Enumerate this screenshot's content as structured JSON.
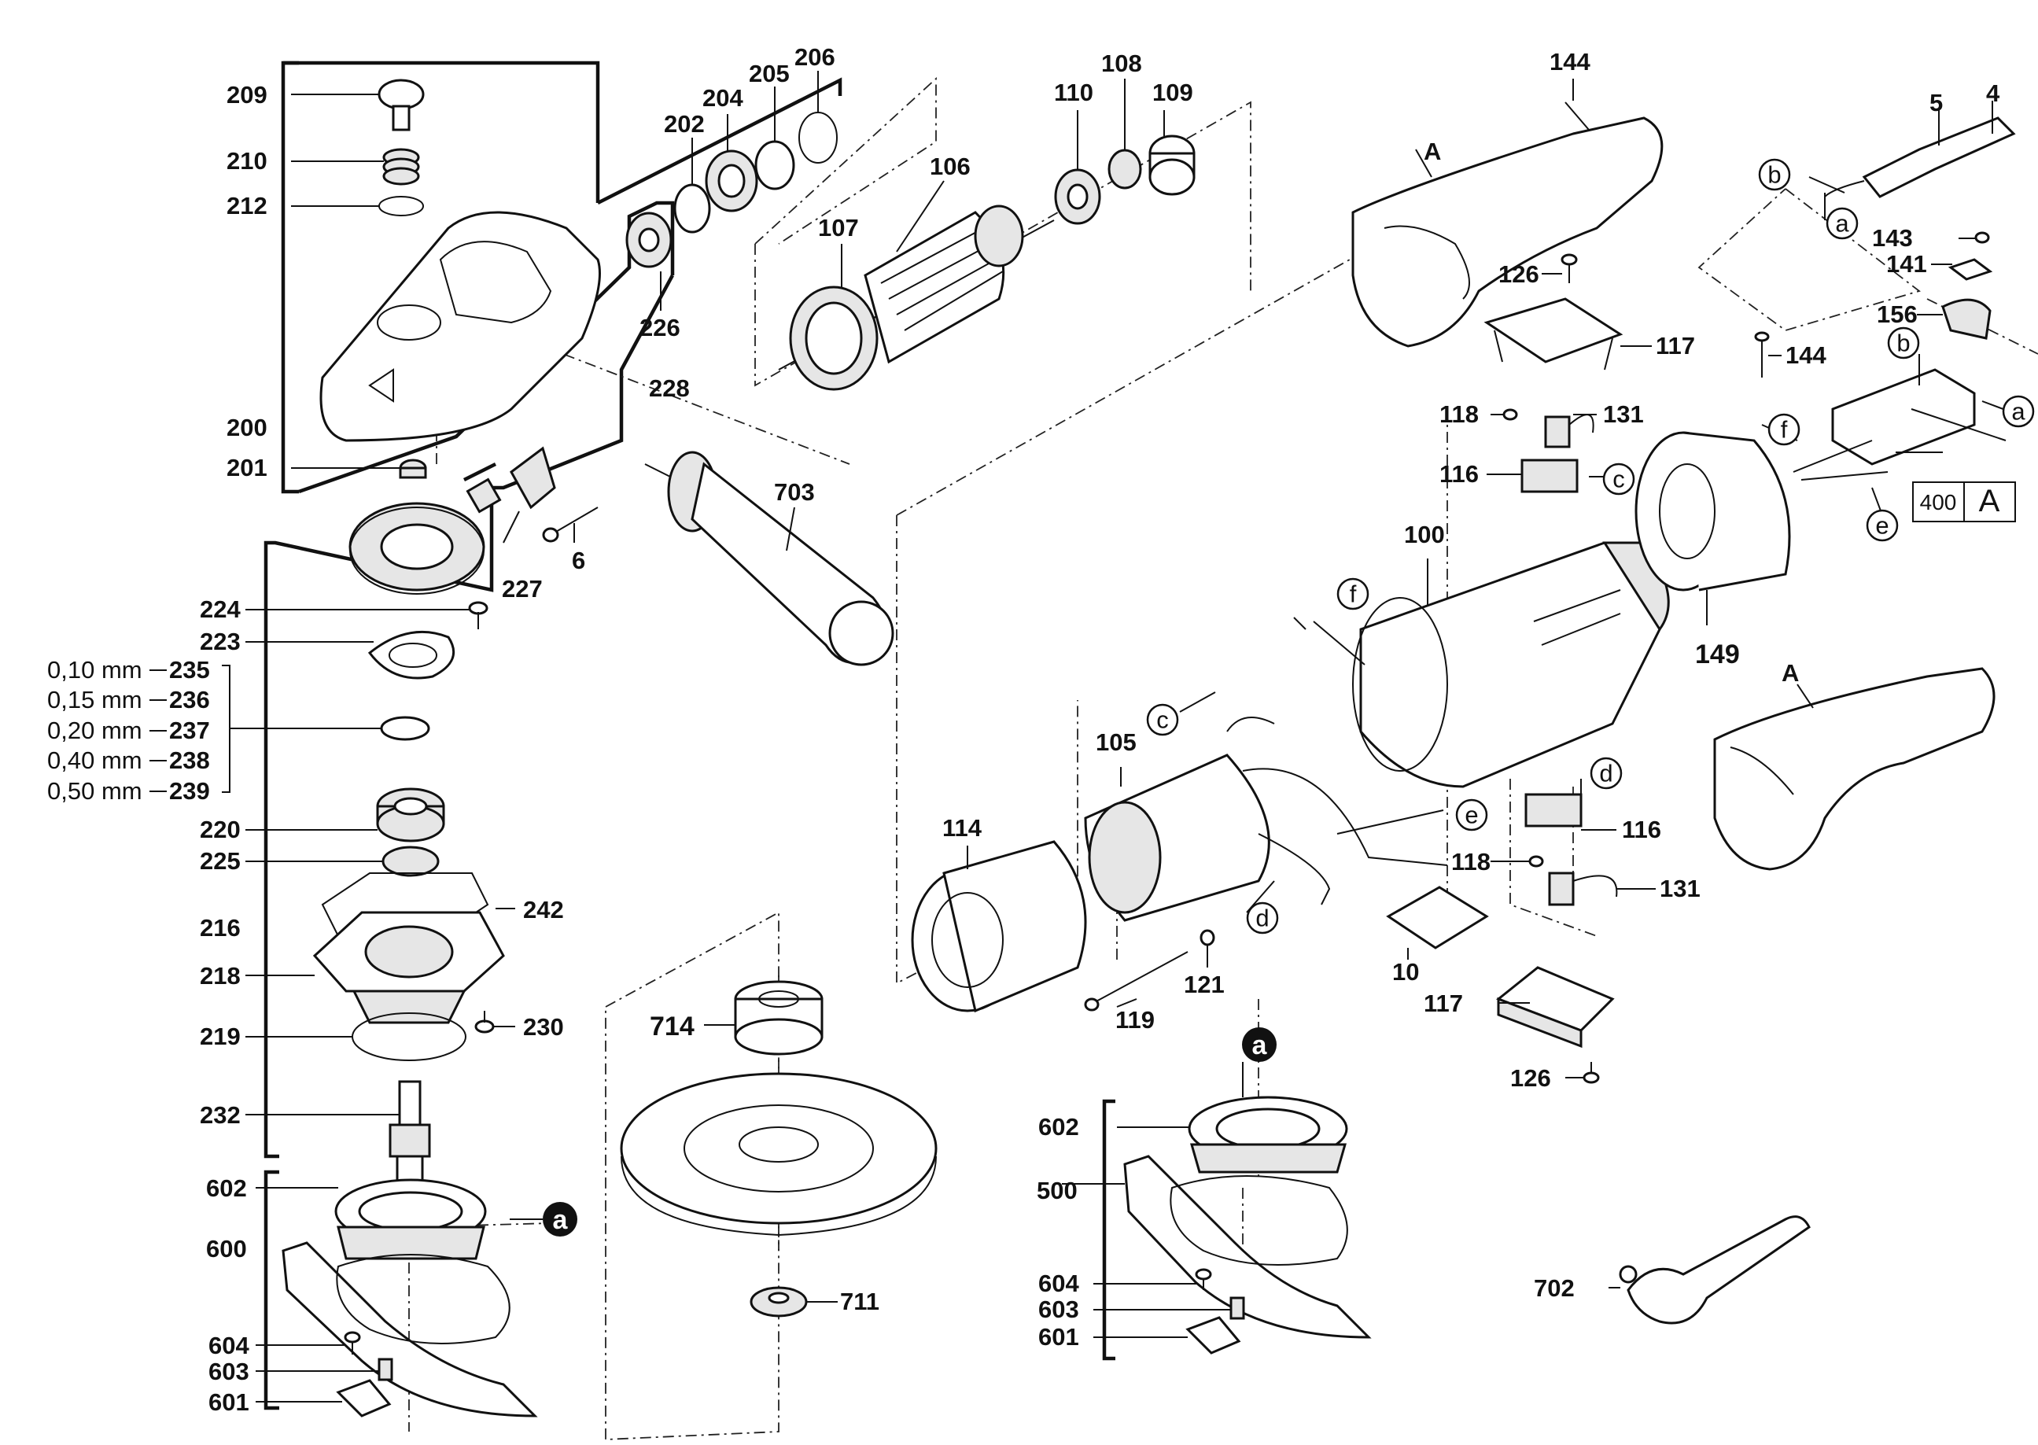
{
  "diagram": {
    "part_labels": [
      {
        "id": "209"
      },
      {
        "id": "210"
      },
      {
        "id": "212"
      },
      {
        "id": "200"
      },
      {
        "id": "201"
      },
      {
        "id": "202"
      },
      {
        "id": "204"
      },
      {
        "id": "205"
      },
      {
        "id": "206"
      },
      {
        "id": "226"
      },
      {
        "id": "228"
      },
      {
        "id": "227"
      },
      {
        "id": "6"
      },
      {
        "id": "224"
      },
      {
        "id": "223"
      },
      {
        "id": "220"
      },
      {
        "id": "225"
      },
      {
        "id": "216"
      },
      {
        "id": "218"
      },
      {
        "id": "242"
      },
      {
        "id": "230"
      },
      {
        "id": "219"
      },
      {
        "id": "232"
      },
      {
        "id": "602"
      },
      {
        "id": "600"
      },
      {
        "id": "604"
      },
      {
        "id": "603"
      },
      {
        "id": "601"
      },
      {
        "id": "106"
      },
      {
        "id": "107"
      },
      {
        "id": "110"
      },
      {
        "id": "108"
      },
      {
        "id": "109"
      },
      {
        "id": "703"
      },
      {
        "id": "714"
      },
      {
        "id": "711"
      },
      {
        "id": "114"
      },
      {
        "id": "105"
      },
      {
        "id": "119"
      },
      {
        "id": "121"
      },
      {
        "id": "100"
      },
      {
        "id": "10"
      },
      {
        "id": "117"
      },
      {
        "id": "126"
      },
      {
        "id": "118"
      },
      {
        "id": "116"
      },
      {
        "id": "131"
      },
      {
        "id": "144"
      },
      {
        "id": "A"
      },
      {
        "id": "5"
      },
      {
        "id": "4"
      },
      {
        "id": "143"
      },
      {
        "id": "141"
      },
      {
        "id": "156"
      },
      {
        "id": "149"
      },
      {
        "id": "500"
      },
      {
        "id": "702"
      }
    ],
    "shims": [
      {
        "size": "0,10 mm",
        "id": "235"
      },
      {
        "size": "0,15 mm",
        "id": "236"
      },
      {
        "size": "0,20 mm",
        "id": "237"
      },
      {
        "size": "0,40 mm",
        "id": "238"
      },
      {
        "size": "0,50 mm",
        "id": "239"
      }
    ],
    "callouts": [
      "a",
      "b",
      "c",
      "d",
      "e",
      "f"
    ],
    "legend": {
      "number": "400",
      "letter": "A"
    }
  }
}
